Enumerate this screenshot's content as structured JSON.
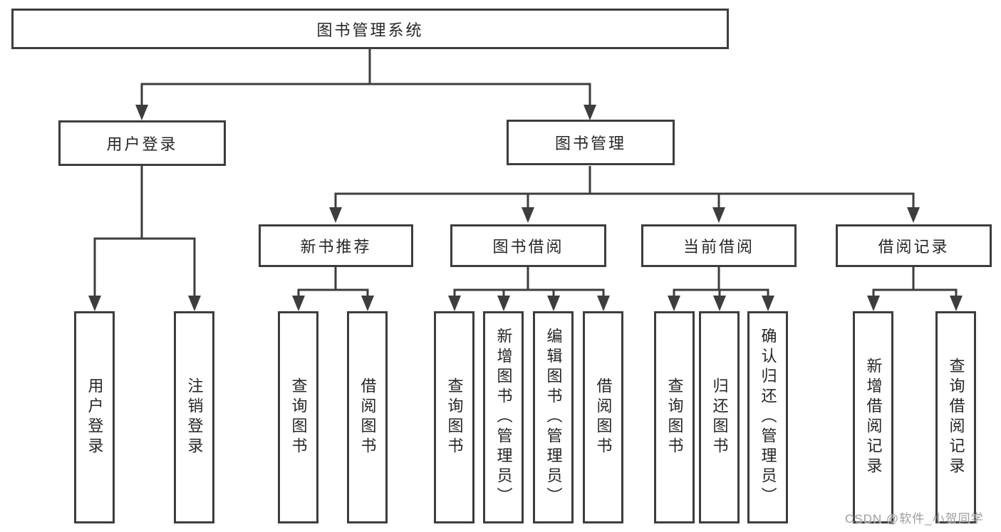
{
  "colors": {
    "background": "#ffffff",
    "line": "#3d3d3d",
    "box_border": "#3d3d3d",
    "text": "#262626",
    "watermark": "#9c9c9c"
  },
  "tree": {
    "label": "图书管理系统",
    "children": [
      {
        "label": "用户登录",
        "children": [
          {
            "label": "用户登录"
          },
          {
            "label": "注销登录"
          }
        ]
      },
      {
        "label": "图书管理",
        "children": [
          {
            "label": "新书推荐",
            "children": [
              {
                "label": "查询图书"
              },
              {
                "label": "借阅图书"
              }
            ]
          },
          {
            "label": "图书借阅",
            "children": [
              {
                "label": "查询图书"
              },
              {
                "label": "新增图书（管理员）"
              },
              {
                "label": "编辑图书（管理员）"
              },
              {
                "label": "借阅图书"
              }
            ]
          },
          {
            "label": "当前借阅",
            "children": [
              {
                "label": "查询图书"
              },
              {
                "label": "归还图书"
              },
              {
                "label": "确认归还（管理员）"
              }
            ]
          },
          {
            "label": "借阅记录",
            "children": [
              {
                "label": "新增借阅记录"
              },
              {
                "label": "查询借阅记录"
              }
            ]
          }
        ]
      }
    ]
  },
  "watermark": "CSDN @软件_小贺同学"
}
